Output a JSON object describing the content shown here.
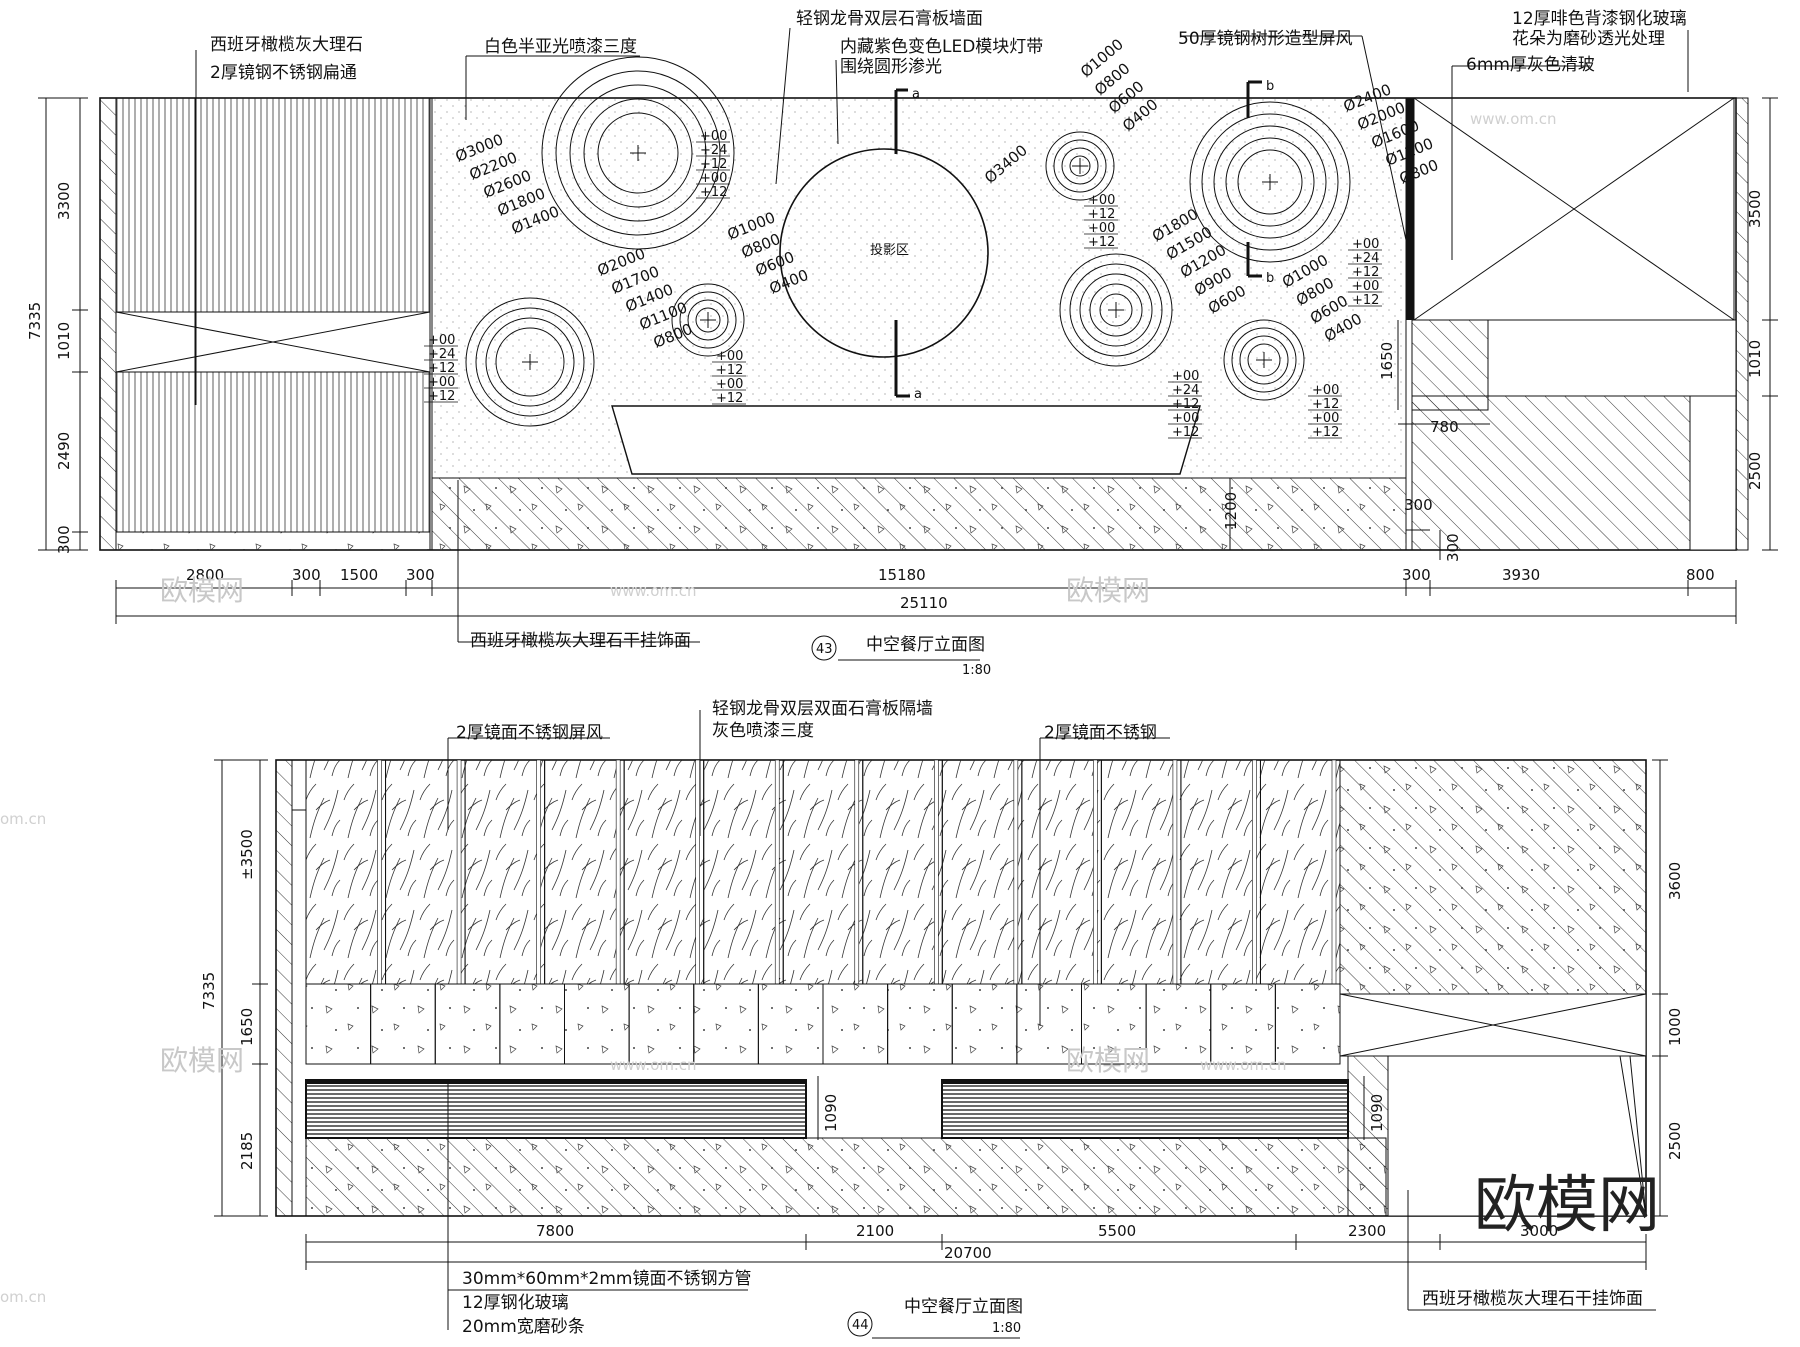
{
  "top": {
    "labels": [
      "西班牙橄榄灰大理石",
      "2厚镜钢不锈钢扁通",
      "白色半亚光喷漆三度",
      "轻钢龙骨双层石膏板墙面",
      "内藏紫色变色LED模块灯带",
      "围绕圆形渗光",
      "50厚镜钢树形造型屏风",
      "12厚啡色背漆钢化玻璃",
      "花朵为磨砂透光处理",
      "6mm厚灰色清玻",
      "投影区",
      "西班牙橄榄灰大理石干挂饰面"
    ],
    "diam_a": [
      "Ø3000",
      "Ø2200",
      "Ø2600",
      "Ø1800",
      "Ø1400"
    ],
    "diam_b": [
      "Ø2000",
      "Ø1700",
      "Ø1400",
      "Ø1100",
      "Ø800"
    ],
    "diam_c": [
      "Ø1000",
      "Ø800",
      "Ø600",
      "Ø400"
    ],
    "diam_d": [
      "Ø3400"
    ],
    "diam_e": [
      "Ø1000",
      "Ø800",
      "Ø600",
      "Ø400"
    ],
    "diam_f": [
      "Ø2400",
      "Ø2000",
      "Ø1600",
      "Ø1200",
      "Ø800"
    ],
    "diam_g": [
      "Ø1800",
      "Ø1500",
      "Ø1200",
      "Ø900",
      "Ø600"
    ],
    "diam_h": [
      "Ø1000",
      "Ø800",
      "Ø600",
      "Ø400"
    ],
    "levels5": [
      "+00",
      "+24",
      "+12",
      "+00",
      "+12"
    ],
    "levels4": [
      "+00",
      "+12",
      "+00",
      "+12"
    ],
    "section_marks": [
      "a",
      "a",
      "b",
      "b"
    ],
    "dims_left": [
      "3300",
      "7335",
      "1010",
      "2490",
      "300"
    ],
    "dims_right": [
      "3500",
      "1010",
      "2500"
    ],
    "dims_bottom": [
      "2800",
      "300",
      "1500",
      "300",
      "15180",
      "300",
      "3930",
      "800"
    ],
    "dim_total": "25110",
    "dims_inner": [
      "1200",
      "300",
      "300",
      "1650",
      "780"
    ],
    "title_no": "43",
    "title": "中空餐厅立面图",
    "scale": "1:80"
  },
  "bottom": {
    "labels": [
      "2厚镜面不锈钢屏风",
      "轻钢龙骨双层双面石膏板隔墙",
      "灰色喷漆三度",
      "2厚镜面不锈钢",
      "30mm*60mm*2mm镜面不锈钢方管",
      "12厚钢化玻璃",
      "20mm宽磨砂条",
      "西班牙橄榄灰大理石干挂饰面"
    ],
    "dims_left": [
      "±3500",
      "7335",
      "1650",
      "2185"
    ],
    "dims_right": [
      "3600",
      "1000",
      "2500"
    ],
    "dims_inner": [
      "1090",
      "1090"
    ],
    "dims_bottom": [
      "7800",
      "2100",
      "5500",
      "2300",
      "3000"
    ],
    "dim_total": "20700",
    "title_no": "44",
    "title": "中空餐厅立面图",
    "scale": "1:80"
  },
  "watermark": {
    "logo": "欧模网",
    "site": "www.om.cn",
    "tld": "om.cn"
  }
}
